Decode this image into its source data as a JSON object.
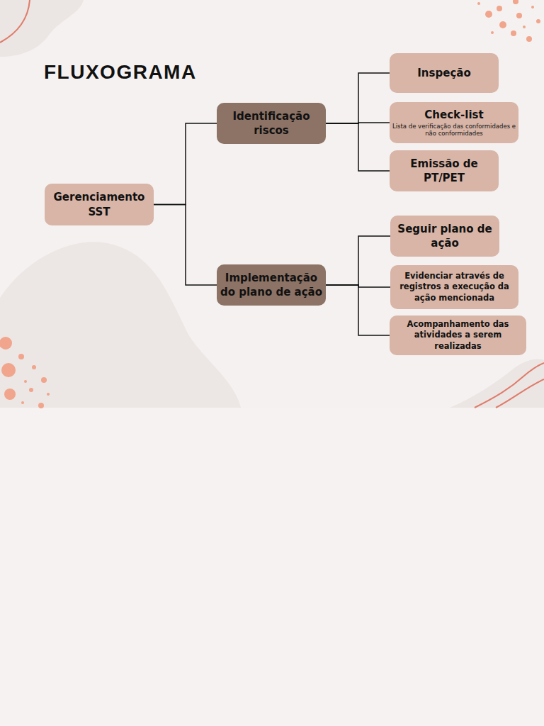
{
  "diagram": {
    "title": "FLUXOGRAMA",
    "nodes": [
      {
        "text": [
          "Gerenciamento SST"
        ]
      },
      {
        "text": [
          "Identificação riscos"
        ]
      },
      {
        "text": [
          "Implementação do plano de ação"
        ]
      },
      {
        "text": [
          "Inspeção"
        ]
      },
      {
        "text": [
          "Check-list",
          "Lista de verificação das conformidades e não conformidades"
        ]
      },
      {
        "text": [
          "Emissão de PT/PET"
        ]
      },
      {
        "text": [
          "Seguir plano de ação"
        ]
      },
      {
        "text": [
          "Evidenciar através de registros a execução da ação mencionada"
        ]
      },
      {
        "text": [
          "Acompanhamento das atividades a serem realizadas"
        ]
      }
    ],
    "edges": [
      {
        "from": 0,
        "to": 1,
        "arrow": "none"
      },
      {
        "from": 0,
        "to": 2,
        "arrow": "none"
      },
      {
        "from": 1,
        "to": 3,
        "arrow": "none"
      },
      {
        "from": 1,
        "to": 4,
        "arrow": "none"
      },
      {
        "from": 1,
        "to": 5,
        "arrow": "none"
      },
      {
        "from": 2,
        "to": 6,
        "arrow": "none"
      },
      {
        "from": 2,
        "to": 7,
        "arrow": "none"
      },
      {
        "from": 2,
        "to": 8,
        "arrow": "none"
      }
    ]
  }
}
